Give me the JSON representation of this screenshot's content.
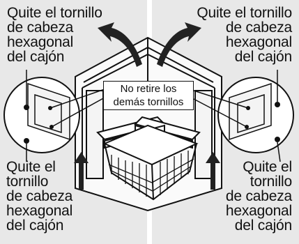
{
  "labels": {
    "top_left": [
      "Quite el tornillo",
      "de cabeza",
      "hexagonal",
      "del cajón"
    ],
    "top_right": [
      "Quite el tornillo",
      "de cabeza",
      "hexagonal",
      "del cajón"
    ],
    "bottom_left": [
      "Quite el",
      "tornillo",
      "de cabeza",
      "hexagonal",
      "del cajón"
    ],
    "bottom_right": [
      "Quite el",
      "tornillo",
      "de cabeza",
      "hexagonal",
      "del cajón"
    ]
  },
  "callout": [
    "No retire los",
    "demás tornillos"
  ],
  "colors": {
    "panel_bg": "#e8e8e8",
    "line": "#111111",
    "fill": "#ffffff"
  }
}
